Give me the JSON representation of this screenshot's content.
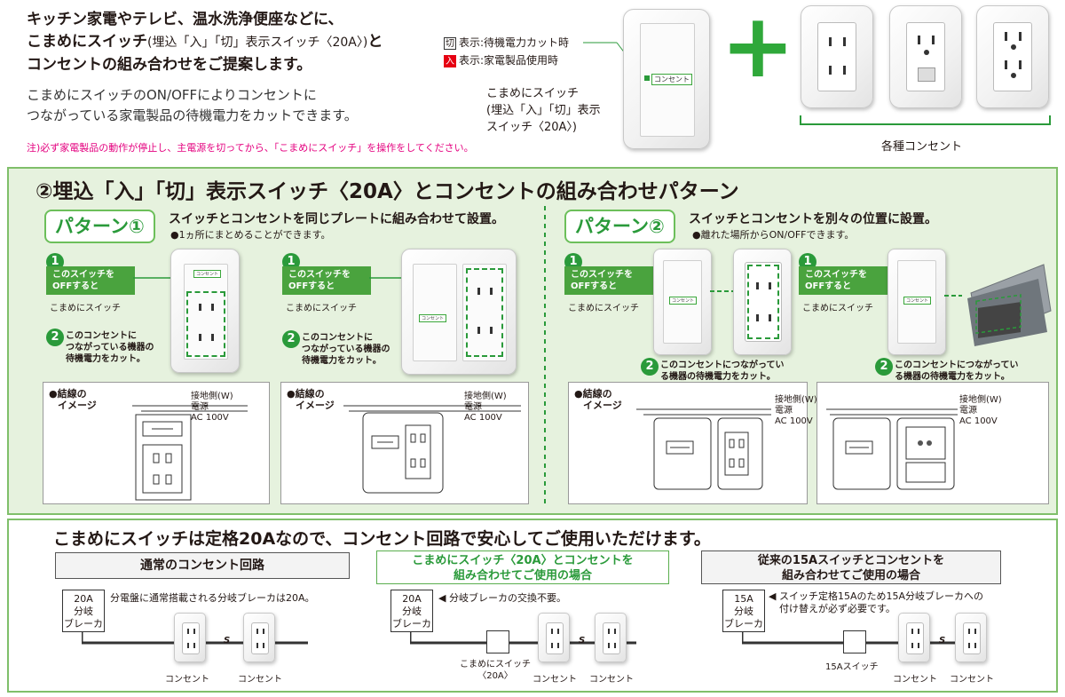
{
  "intro": {
    "line1": "キッチン家電やテレビ、温水洗浄便座などに、",
    "line2a": "こまめにスイッチ",
    "line2b": "(埋込「入」「切」表示スイッチ〈20A〉)",
    "line2c": "と",
    "line3": "コンセントの組み合わせをご提案します。",
    "sub1": "こまめにスイッチのON/OFFによりコンセントに",
    "sub2": "つながっている家電製品の待機電力をカットできます。",
    "note": "注)必ず家電製品の動作が停止し、主電源を切ってから、「こまめにスイッチ」を操作をしてください。"
  },
  "legend": {
    "off_char": "切",
    "off_text": "表示:待機電力カット時",
    "on_char": "入",
    "on_text": "表示:家電製品使用時"
  },
  "product": {
    "name1": "こまめにスイッチ",
    "name2": "(埋込「入」「切」表示",
    "name3": "スイッチ〈20A〉)",
    "switch_label": "コンセント",
    "plus": "+",
    "outlets_label": "各種コンセント"
  },
  "section2": {
    "title": "②埋込「入」「切」表示スイッチ〈20A〉とコンセントの組み合わせパターン",
    "pattern1": {
      "badge": "パターン①",
      "desc": "スイッチとコンセントを同じプレートに組み合わせて設置。",
      "sub": "●1ヵ所にまとめることができます。"
    },
    "pattern2": {
      "badge": "パターン②",
      "desc": "スイッチとコンセントを別々の位置に設置。",
      "sub": "●離れた場所からON/OFFできます。"
    },
    "num1": "1",
    "num2": "2",
    "callout1a": "このスイッチを",
    "callout1b": "OFFすると",
    "switch_name": "こまめにスイッチ",
    "callout2a": "このコンセントに",
    "callout2b": "つながっている機器の",
    "callout2c": "待機電力をカット。",
    "callout3a": "このコンセントにつながってい",
    "callout3b": "る機器の待機電力をカット。",
    "wiring_a": "●結線の",
    "wiring_b": "イメージ",
    "ground": "接地側(W)",
    "power": "電源",
    "ac": "AC 100V"
  },
  "section3": {
    "title": "こまめにスイッチは定格20Aなので、コンセント回路で安心してご使用いただけます。",
    "col1": {
      "header": "通常のコンセント回路",
      "breaker": [
        "20A",
        "分岐",
        "ブレーカ"
      ],
      "note": "分電盤に通常搭載される分岐ブレーカは20A。",
      "outlet1": "コンセント",
      "outlet2": "コンセント"
    },
    "col2": {
      "header1": "こまめにスイッチ〈20A〉とコンセントを",
      "header2": "組み合わせてご使用の場合",
      "breaker": [
        "20A",
        "分岐",
        "ブレーカ"
      ],
      "note": "◀ 分岐ブレーカの交換不要。",
      "switch1": "こまめにスイッチ",
      "switch2": "〈20A〉",
      "outlet1": "コンセント",
      "outlet2": "コンセント"
    },
    "col3": {
      "header1": "従来の15Aスイッチとコンセントを",
      "header2": "組み合わせてご使用の場合",
      "breaker": [
        "15A",
        "分岐",
        "ブレーカ"
      ],
      "note1": "◀ スイッチ定格15Aのため15A分岐ブレーカへの",
      "note2": "付け替えが必ず必要です。",
      "switch": "15Aスイッチ",
      "outlet1": "コンセント",
      "outlet2": "コンセント"
    },
    "s_mark": "S"
  }
}
